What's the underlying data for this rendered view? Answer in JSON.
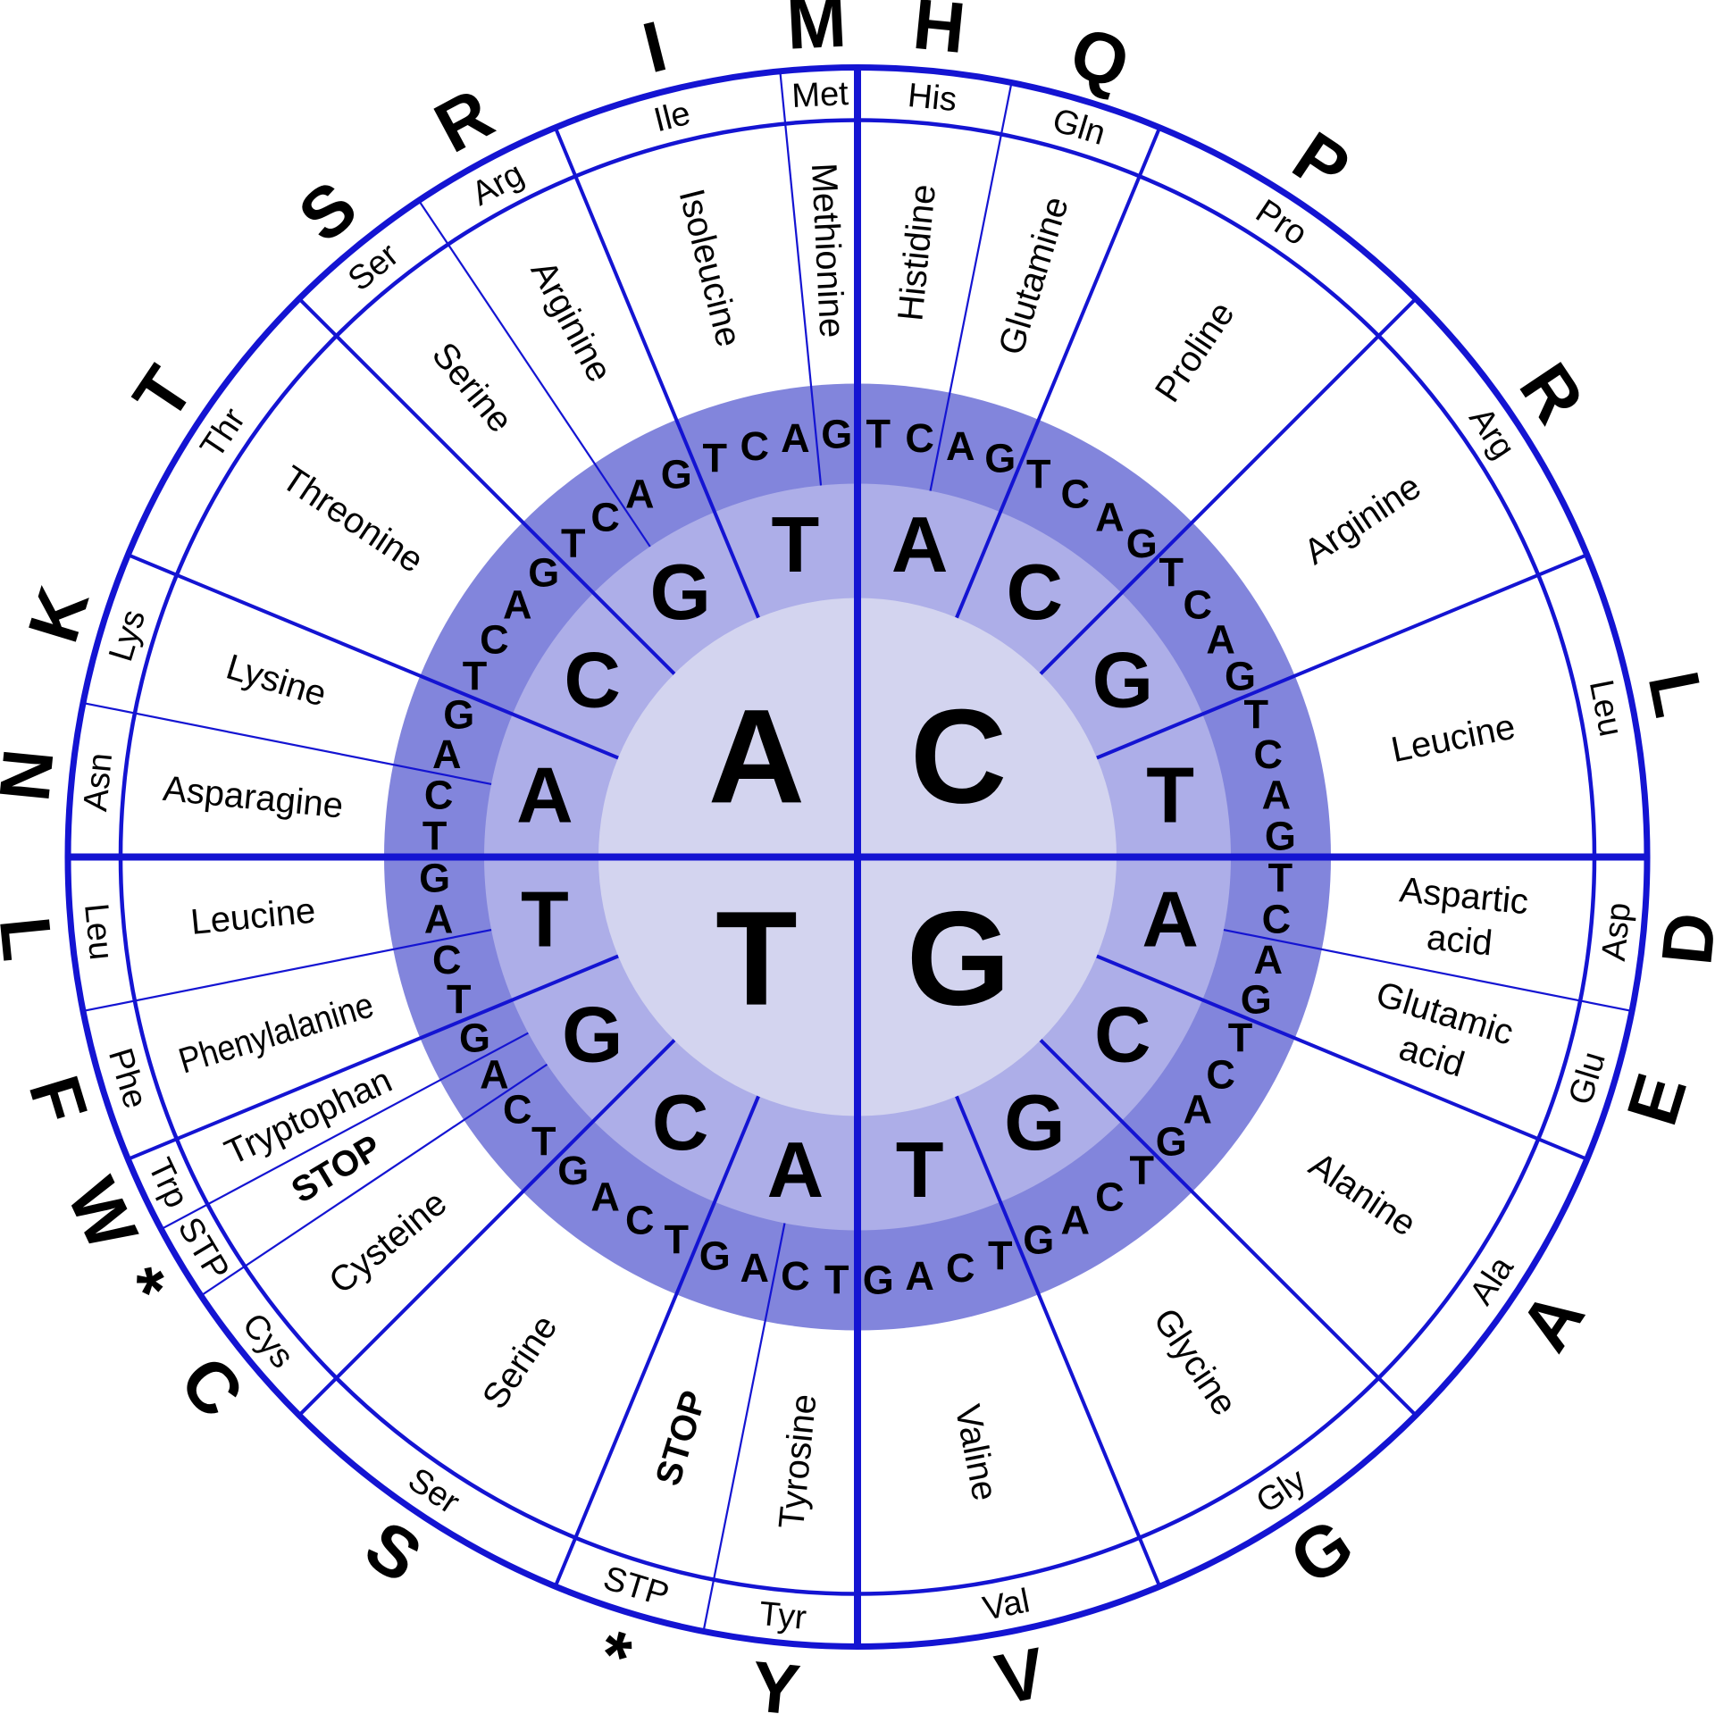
{
  "wheel": {
    "colors": {
      "line_blue": "#1414d2",
      "inner_circle": "#d3d4ef",
      "second_ring": "#adaee8",
      "third_ring": "#8285dc",
      "outer_ring": "#ffffff",
      "text": "#000000"
    },
    "first_bases": [
      {
        "letter": "C",
        "angle": 45
      },
      {
        "letter": "G",
        "angle": 135
      },
      {
        "letter": "T",
        "angle": 225
      },
      {
        "letter": "A",
        "angle": 315
      }
    ],
    "second_base_order": [
      "A",
      "C",
      "G",
      "T"
    ],
    "third_base_order": [
      "T",
      "C",
      "A",
      "G"
    ],
    "amino_sectors": [
      {
        "name": "Histidine",
        "abbr": "His",
        "letter": "H",
        "start": 0,
        "end": 11.25
      },
      {
        "name": "Glutamine",
        "abbr": "Gln",
        "letter": "Q",
        "start": 11.25,
        "end": 22.5
      },
      {
        "name": "Proline",
        "abbr": "Pro",
        "letter": "P",
        "start": 22.5,
        "end": 45
      },
      {
        "name": "Arginine",
        "abbr": "Arg",
        "letter": "R",
        "start": 45,
        "end": 67.5
      },
      {
        "name": "Leucine",
        "abbr": "Leu",
        "letter": "L",
        "start": 67.5,
        "end": 90
      },
      {
        "name": "Aspartic acid",
        "lines": [
          "Aspartic",
          "acid"
        ],
        "abbr": "Asp",
        "letter": "D",
        "start": 90,
        "end": 101.25
      },
      {
        "name": "Glutamic acid",
        "lines": [
          "Glutamic",
          "acid"
        ],
        "abbr": "Glu",
        "letter": "E",
        "start": 101.25,
        "end": 112.5
      },
      {
        "name": "Alanine",
        "abbr": "Ala",
        "letter": "A",
        "start": 112.5,
        "end": 135
      },
      {
        "name": "Glycine",
        "abbr": "Gly",
        "letter": "G",
        "start": 135,
        "end": 157.5
      },
      {
        "name": "Valine",
        "abbr": "Val",
        "letter": "V",
        "start": 157.5,
        "end": 180
      },
      {
        "name": "Tyrosine",
        "abbr": "Tyr",
        "letter": "Y",
        "start": 180,
        "end": 191.25
      },
      {
        "name": "STOP",
        "abbr": "STP",
        "letter": "*",
        "bold": true,
        "start": 191.25,
        "end": 202.5
      },
      {
        "name": "Serine",
        "abbr": "Ser",
        "letter": "S",
        "start": 202.5,
        "end": 225
      },
      {
        "name": "Cysteine",
        "abbr": "Cys",
        "letter": "C",
        "start": 225,
        "end": 236.25
      },
      {
        "name": "STOP",
        "abbr": "STP",
        "letter": "*",
        "bold": true,
        "start": 236.25,
        "end": 241.875
      },
      {
        "name": "Tryptophan",
        "abbr": "Trp",
        "letter": "W",
        "start": 241.875,
        "end": 247.5
      },
      {
        "name": "Phenylalanine",
        "abbr": "Phe",
        "letter": "F",
        "start": 247.5,
        "end": 258.75
      },
      {
        "name": "Leucine",
        "abbr": "Leu",
        "letter": "L",
        "start": 258.75,
        "end": 270
      },
      {
        "name": "Asparagine",
        "abbr": "Asn",
        "letter": "N",
        "start": 270,
        "end": 281.25
      },
      {
        "name": "Lysine",
        "abbr": "Lys",
        "letter": "K",
        "start": 281.25,
        "end": 292.5
      },
      {
        "name": "Threonine",
        "abbr": "Thr",
        "letter": "T",
        "start": 292.5,
        "end": 315
      },
      {
        "name": "Serine",
        "abbr": "Ser",
        "letter": "S",
        "start": 315,
        "end": 326.25
      },
      {
        "name": "Arginine",
        "abbr": "Arg",
        "letter": "R",
        "start": 326.25,
        "end": 337.5
      },
      {
        "name": "Isoleucine",
        "abbr": "Ile",
        "letter": "I",
        "start": 337.5,
        "end": 354.375
      },
      {
        "name": "Methionine",
        "abbr": "Met",
        "letter": "M",
        "start": 354.375,
        "end": 360
      }
    ]
  }
}
